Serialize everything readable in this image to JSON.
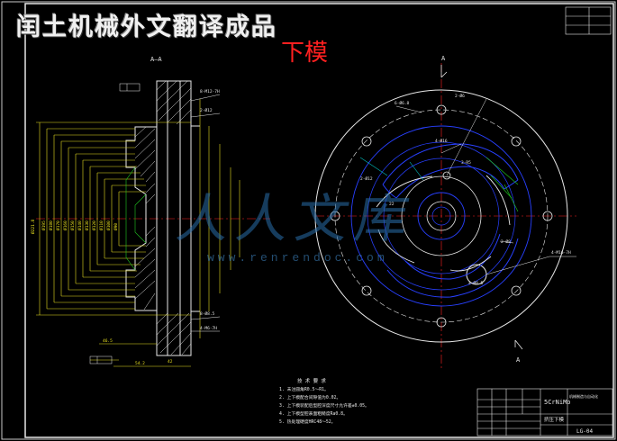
{
  "overlay": {
    "title": "闰土机械外文翻译成品",
    "subtitle": "下模"
  },
  "watermark": {
    "cn": "人人文库",
    "url": "www.renrendoc.com"
  },
  "section": {
    "label": "A—A",
    "dims_left": [
      "Ø221.8",
      "Ø195",
      "Ø180",
      "Ø170",
      "Ø160",
      "Ø150",
      "Ø140",
      "Ø130",
      "Ø120",
      "Ø110",
      "Ø100",
      "Ø90"
    ],
    "dims_bottom": [
      "46.5",
      "54.2",
      "42"
    ],
    "notes": [
      "8-M12-7H",
      "2-Ø12",
      "8-Ø8.5",
      "4-M6-7H"
    ]
  },
  "plan": {
    "cut_marker": "A",
    "callouts": [
      "6-Ø6.8",
      "2-Ø6",
      "4-Ø16",
      "3-R5",
      "2-Ø8",
      "4-M16-7H",
      "2-Ø12",
      "22",
      "4-Ø8.5"
    ]
  },
  "tech_req": {
    "heading": "技 术 要 求",
    "items": [
      "1. 未注圆角R0.5～R1。",
      "2. 上下模配合间隙值为0.02。",
      "3. 上下模装配后型腔深度尺寸允许差±0.05。",
      "4. 上下模型腔表面粗糙度Ra0.8。",
      "5. 热处理硬度HRC48～52。"
    ]
  },
  "title_block": {
    "material": "5CrNiMo",
    "part_name": "挤压下模",
    "drawing_no": "LG-04",
    "school": "机械制造与自动化"
  },
  "colors": {
    "yellow": "#e8e020",
    "white": "#e8e8e8",
    "blue": "#2840ff",
    "cyan": "#00c0c0",
    "green": "#20c820",
    "red": "#ff2020"
  }
}
